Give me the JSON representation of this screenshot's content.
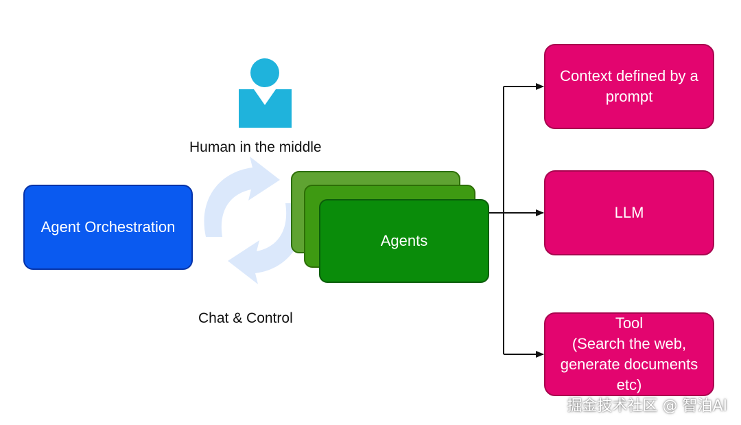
{
  "human": {
    "label": "Human in the middle",
    "icon": "person-icon",
    "color": "#1fb3dc"
  },
  "cycle": {
    "label": "Chat & Control",
    "icon": "refresh-cycle-icon",
    "color": "#dbe8fb"
  },
  "orchestration": {
    "label": "Agent Orchestration",
    "color": "#0a5af0"
  },
  "agents": {
    "label": "Agents",
    "color": "#0a8c0a"
  },
  "outputs": [
    {
      "label_lines": [
        "Context defined by a",
        "prompt"
      ]
    },
    {
      "label_lines": [
        "LLM"
      ]
    },
    {
      "label_lines": [
        "Tool",
        "(Search the web,",
        "generate documents",
        "etc)"
      ]
    }
  ],
  "watermark": "掘金技术社区 @ 智泊AI",
  "accent_pink": "#e3056f"
}
